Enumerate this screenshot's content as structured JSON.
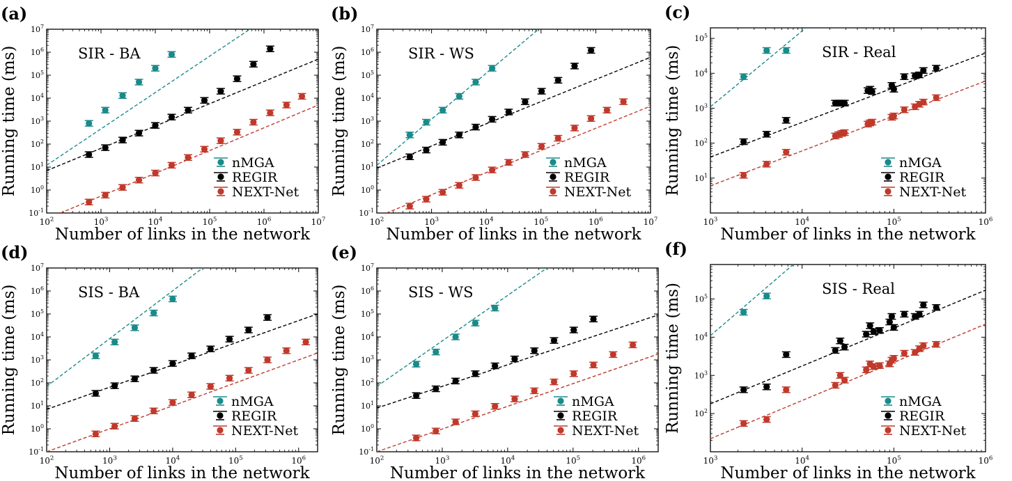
{
  "figure": {
    "series_colors": {
      "nMGA": "#1a8a8a",
      "REGIR": "#000000",
      "NEXT-Net": "#c0392b"
    }
  },
  "chart_data": [
    {
      "type": "scatter",
      "panel_label": "(a)",
      "title": "SIR - BA",
      "xlabel": "Number of links in the network",
      "ylabel": "Running time (ms)",
      "xscale": "log",
      "yscale": "log",
      "xlim": [
        100,
        10000000
      ],
      "ylim": [
        0.1,
        10000000
      ],
      "xticks": [
        100,
        1000,
        10000,
        100000,
        1000000,
        10000000
      ],
      "xtick_labels": [
        "10^2",
        "10^3",
        "10^4",
        "10^5",
        "10^6",
        "10^7"
      ],
      "yticks": [
        0.1,
        1,
        10,
        100,
        1000,
        10000,
        100000,
        1000000,
        10000000
      ],
      "ytick_labels": [
        "10^-1",
        "10^0",
        "10^1",
        "10^2",
        "10^3",
        "10^4",
        "10^5",
        "10^6",
        "10^7"
      ],
      "legend": [
        "nMGA",
        "REGIR",
        "NEXT-Net"
      ],
      "legend_position": "bottom-right",
      "series": [
        {
          "name": "nMGA",
          "x": [
            600,
            1200,
            2500,
            5000,
            10000,
            20000
          ],
          "y": [
            800,
            3000,
            13000,
            50000,
            200000,
            800000
          ],
          "fit": [
            [
              100,
              12
            ],
            [
              550000,
              10000000
            ]
          ]
        },
        {
          "name": "REGIR",
          "x": [
            600,
            1200,
            2500,
            5000,
            10000,
            20000,
            40000,
            80000,
            160000,
            320000,
            640000,
            1300000
          ],
          "y": [
            35,
            70,
            150,
            300,
            650,
            1500,
            3000,
            8000,
            20000,
            70000,
            300000,
            1400000
          ],
          "fit": [
            [
              100,
              7
            ],
            [
              10000000,
              500000
            ]
          ]
        },
        {
          "name": "NEXT-Net",
          "x": [
            600,
            1200,
            2500,
            5000,
            10000,
            20000,
            40000,
            80000,
            160000,
            320000,
            640000,
            1300000,
            2600000,
            5000000
          ],
          "y": [
            0.3,
            0.6,
            1.3,
            2.7,
            5.5,
            12,
            26,
            60,
            140,
            330,
            900,
            2300,
            5000,
            12000
          ],
          "fit": [
            [
              180,
              0.1
            ],
            [
              10000000,
              5000
            ]
          ]
        }
      ]
    },
    {
      "type": "scatter",
      "panel_label": "(b)",
      "title": "SIR - WS",
      "xlabel": "Number of links in the network",
      "ylabel": "Running time (ms)",
      "xscale": "log",
      "yscale": "log",
      "xlim": [
        100,
        10000000
      ],
      "ylim": [
        0.1,
        10000000
      ],
      "xticks": [
        100,
        1000,
        10000,
        100000,
        1000000,
        10000000
      ],
      "xtick_labels": [
        "10^2",
        "10^3",
        "10^4",
        "10^5",
        "10^6",
        "10^7"
      ],
      "yticks": [
        0.1,
        1,
        10,
        100,
        1000,
        10000,
        100000,
        1000000,
        10000000
      ],
      "ytick_labels": [
        "10^-1",
        "10^0",
        "10^1",
        "10^2",
        "10^3",
        "10^4",
        "10^5",
        "10^6",
        "10^7"
      ],
      "legend": [
        "nMGA",
        "REGIR",
        "NEXT-Net"
      ],
      "legend_position": "bottom-right",
      "series": [
        {
          "name": "nMGA",
          "x": [
            400,
            800,
            1600,
            3200,
            6400,
            12800
          ],
          "y": [
            250,
            900,
            3000,
            12000,
            50000,
            200000
          ],
          "fit": [
            [
              100,
              12
            ],
            [
              90000,
              10000000
            ]
          ]
        },
        {
          "name": "REGIR",
          "x": [
            400,
            800,
            1600,
            3200,
            6400,
            12800,
            25600,
            51200,
            102400,
            204800,
            409600,
            819200
          ],
          "y": [
            28,
            55,
            120,
            250,
            550,
            1200,
            2500,
            7000,
            20000,
            60000,
            250000,
            1200000
          ],
          "fit": [
            [
              100,
              9
            ],
            [
              10000000,
              600000
            ]
          ]
        },
        {
          "name": "NEXT-Net",
          "x": [
            400,
            800,
            1600,
            3200,
            6400,
            12800,
            25600,
            51200,
            102400,
            204800,
            409600,
            819200,
            1600000,
            3200000
          ],
          "y": [
            0.2,
            0.4,
            0.8,
            1.6,
            3.5,
            7.5,
            16,
            35,
            80,
            180,
            500,
            1300,
            3000,
            7000
          ],
          "fit": [
            [
              150,
              0.1
            ],
            [
              10000000,
              4500
            ]
          ]
        }
      ]
    },
    {
      "type": "scatter",
      "panel_label": "(c)",
      "title": "SIR - Real",
      "xlabel": "Number of links in the network",
      "ylabel": "Running time (ms)",
      "xscale": "log",
      "yscale": "log",
      "xlim": [
        1000,
        1000000
      ],
      "ylim": [
        1,
        200000
      ],
      "xticks": [
        1000,
        10000,
        100000,
        1000000
      ],
      "xtick_labels": [
        "10^3",
        "10^4",
        "10^5",
        "10^6"
      ],
      "yticks": [
        10,
        100,
        1000,
        10000,
        100000
      ],
      "ytick_labels": [
        "10^1",
        "10^2",
        "10^3",
        "10^4",
        "10^5"
      ],
      "legend": [
        "nMGA",
        "REGIR",
        "NEXT-Net"
      ],
      "legend_position": "bottom-right",
      "series": [
        {
          "name": "nMGA",
          "x": [
            2300,
            4100,
            6700
          ],
          "y": [
            8000,
            45000,
            45000
          ],
          "fit": [
            [
              1000,
              1100
            ],
            [
              11000,
              200000
            ]
          ]
        },
        {
          "name": "REGIR",
          "x": [
            2300,
            4100,
            6700,
            23000,
            25000,
            27000,
            29000,
            52000,
            55000,
            58000,
            95000,
            100000,
            130000,
            170000,
            190000,
            210000,
            290000
          ],
          "y": [
            110,
            180,
            450,
            1400,
            1400,
            1400,
            1400,
            3200,
            3500,
            3000,
            4500,
            3500,
            8000,
            8500,
            9000,
            12000,
            14000
          ],
          "fit": [
            [
              1000,
              40
            ],
            [
              1000000,
              38000
            ]
          ]
        },
        {
          "name": "NEXT-Net",
          "x": [
            2300,
            4100,
            6700,
            23000,
            25000,
            27000,
            29000,
            52000,
            55000,
            58000,
            95000,
            100000,
            130000,
            170000,
            190000,
            210000,
            290000
          ],
          "y": [
            12,
            25,
            55,
            160,
            175,
            190,
            200,
            350,
            380,
            400,
            550,
            600,
            900,
            1100,
            1300,
            1500,
            2000
          ],
          "fit": [
            [
              1000,
              6
            ],
            [
              1000000,
              6000
            ]
          ]
        }
      ]
    },
    {
      "type": "scatter",
      "panel_label": "(d)",
      "title": "SIS - BA",
      "xlabel": "Number of links in the network",
      "ylabel": "Running time (ms)",
      "xscale": "log",
      "yscale": "log",
      "xlim": [
        100,
        2000000
      ],
      "ylim": [
        0.1,
        10000000
      ],
      "xticks": [
        100,
        1000,
        10000,
        100000,
        1000000
      ],
      "xtick_labels": [
        "10^2",
        "10^3",
        "10^4",
        "10^5",
        "10^6"
      ],
      "yticks": [
        0.1,
        1,
        10,
        100,
        1000,
        10000,
        100000,
        1000000,
        10000000
      ],
      "ytick_labels": [
        "10^-1",
        "10^0",
        "10^1",
        "10^2",
        "10^3",
        "10^4",
        "10^5",
        "10^6",
        "10^7"
      ],
      "legend": [
        "nMGA",
        "REGIR",
        "NEXT-Net"
      ],
      "legend_position": "bottom-right",
      "series": [
        {
          "name": "nMGA",
          "x": [
            600,
            1200,
            2500,
            5000,
            10000
          ],
          "y": [
            1500,
            6000,
            25000,
            110000,
            450000
          ],
          "fit": [
            [
              100,
              70
            ],
            [
              30000,
              10000000
            ]
          ]
        },
        {
          "name": "REGIR",
          "x": [
            600,
            1200,
            2500,
            5000,
            10000,
            20000,
            40000,
            80000,
            160000,
            320000
          ],
          "y": [
            35,
            75,
            150,
            350,
            700,
            1500,
            3000,
            8000,
            20000,
            70000
          ],
          "fit": [
            [
              100,
              7
            ],
            [
              2000000,
              100000
            ]
          ]
        },
        {
          "name": "NEXT-Net",
          "x": [
            600,
            1200,
            2500,
            5000,
            10000,
            20000,
            40000,
            80000,
            160000,
            320000,
            640000,
            1300000
          ],
          "y": [
            0.6,
            1.3,
            2.8,
            6,
            14,
            30,
            70,
            160,
            350,
            1000,
            2500,
            6000
          ],
          "fit": [
            [
              100,
              0.1
            ],
            [
              2000000,
              2000
            ]
          ]
        }
      ]
    },
    {
      "type": "scatter",
      "panel_label": "(e)",
      "title": "SIS - WS",
      "xlabel": "Number of links in the network",
      "ylabel": "Running time (ms)",
      "xscale": "log",
      "yscale": "log",
      "xlim": [
        100,
        2000000
      ],
      "ylim": [
        0.1,
        10000000
      ],
      "xticks": [
        100,
        1000,
        10000,
        100000,
        1000000
      ],
      "xtick_labels": [
        "10^2",
        "10^3",
        "10^4",
        "10^5",
        "10^6"
      ],
      "yticks": [
        0.1,
        1,
        10,
        100,
        1000,
        10000,
        100000,
        1000000,
        10000000
      ],
      "ytick_labels": [
        "10^-1",
        "10^0",
        "10^1",
        "10^2",
        "10^3",
        "10^4",
        "10^5",
        "10^6",
        "10^7"
      ],
      "legend": [
        "nMGA",
        "REGIR",
        "NEXT-Net"
      ],
      "legend_position": "bottom-right",
      "series": [
        {
          "name": "nMGA",
          "x": [
            400,
            800,
            1600,
            3200,
            6400
          ],
          "y": [
            650,
            2200,
            10000,
            40000,
            180000
          ],
          "fit": [
            [
              100,
              70
            ],
            [
              40000,
              10000000
            ]
          ]
        },
        {
          "name": "REGIR",
          "x": [
            400,
            800,
            1600,
            3200,
            6400,
            12800,
            25600,
            51200,
            102400,
            204800
          ],
          "y": [
            28,
            55,
            120,
            250,
            550,
            1100,
            2500,
            7000,
            20000,
            60000
          ],
          "fit": [
            [
              100,
              8
            ],
            [
              2000000,
              90000
            ]
          ]
        },
        {
          "name": "NEXT-Net",
          "x": [
            400,
            800,
            1600,
            3200,
            6400,
            12800,
            25600,
            51200,
            102400,
            204800,
            409600,
            819200
          ],
          "y": [
            0.4,
            0.8,
            2,
            4.5,
            9.5,
            20,
            45,
            110,
            250,
            600,
            1700,
            4500
          ],
          "fit": [
            [
              100,
              0.1
            ],
            [
              2000000,
              1800
            ]
          ]
        }
      ]
    },
    {
      "type": "scatter",
      "panel_label": "(f)",
      "title": "SIS - Real",
      "xlabel": "Number of links in the network",
      "ylabel": "Running time (ms)",
      "xscale": "log",
      "yscale": "log",
      "xlim": [
        1000,
        1000000
      ],
      "ylim": [
        10,
        800000
      ],
      "xticks": [
        1000,
        10000,
        100000,
        1000000
      ],
      "xtick_labels": [
        "10^3",
        "10^4",
        "10^5",
        "10^6"
      ],
      "yticks": [
        100,
        1000,
        10000,
        100000
      ],
      "ytick_labels": [
        "10^2",
        "10^3",
        "10^4",
        "10^5"
      ],
      "legend": [
        "nMGA",
        "REGIR",
        "NEXT-Net"
      ],
      "legend_position": "bottom-right",
      "series": [
        {
          "name": "nMGA",
          "x": [
            2300,
            4100
          ],
          "y": [
            45000,
            120000
          ],
          "fit": [
            [
              1000,
              11000
            ],
            [
              8000,
              800000
            ]
          ]
        },
        {
          "name": "REGIR",
          "x": [
            2300,
            4100,
            6700,
            23000,
            26000,
            29000,
            50000,
            55000,
            60000,
            70000,
            90000,
            95000,
            100000,
            130000,
            170000,
            190000,
            210000,
            290000
          ],
          "y": [
            420,
            500,
            3500,
            4500,
            8000,
            5500,
            12000,
            20000,
            14000,
            15000,
            25000,
            35000,
            18000,
            40000,
            35000,
            40000,
            70000,
            60000
          ],
          "fit": [
            [
              1000,
              180
            ],
            [
              1000000,
              170000
            ]
          ]
        },
        {
          "name": "NEXT-Net",
          "x": [
            2300,
            4100,
            6700,
            23000,
            26000,
            29000,
            50000,
            55000,
            60000,
            70000,
            90000,
            95000,
            100000,
            130000,
            170000,
            190000,
            210000,
            290000
          ],
          "y": [
            55,
            70,
            420,
            550,
            1000,
            750,
            1400,
            2000,
            1700,
            1800,
            2000,
            2500,
            2800,
            3800,
            4000,
            5000,
            6000,
            6500
          ],
          "fit": [
            [
              1000,
              22
            ],
            [
              1000000,
              22000
            ]
          ]
        }
      ]
    }
  ]
}
